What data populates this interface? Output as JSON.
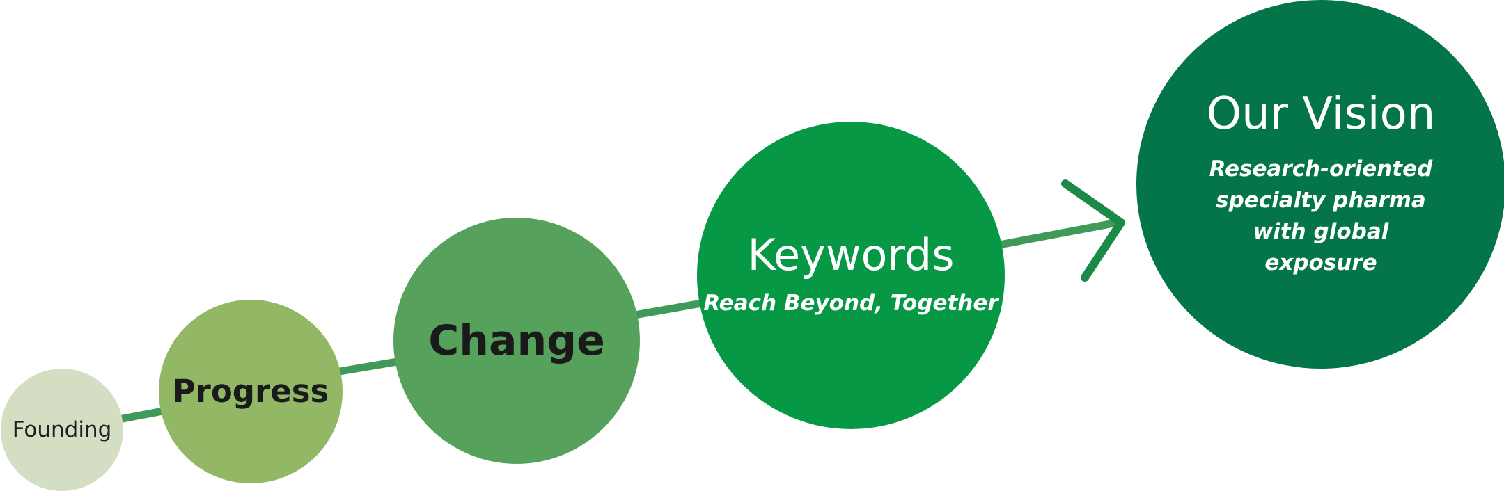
{
  "colors": {
    "connector": "#3f9a59",
    "arrow": "#1b8a48"
  },
  "stages": [
    {
      "id": "founding",
      "title": "Founding",
      "subtitle": "",
      "fill": "#d4dec3"
    },
    {
      "id": "progress",
      "title": "Progress",
      "subtitle": "",
      "fill": "#92b866"
    },
    {
      "id": "change",
      "title": "Change",
      "subtitle": "",
      "fill": "#56a25d"
    },
    {
      "id": "keywords",
      "title": "Keywords",
      "subtitle": "Reach Beyond, Together",
      "fill": "#079845"
    },
    {
      "id": "vision",
      "title": "Our Vision",
      "subtitle": "Research-oriented specialty pharma with global exposure",
      "fill": "#037548"
    }
  ]
}
